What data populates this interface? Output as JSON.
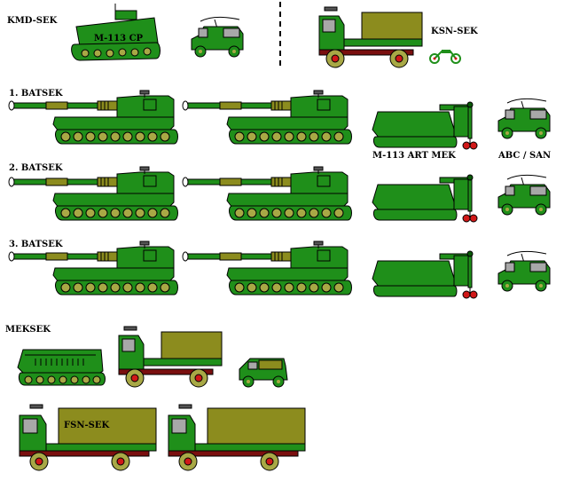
{
  "colors": {
    "green": "#1f8f1a",
    "green_dark": "#0a5a08",
    "olive": "#8c8c1e",
    "khaki": "#a8a845",
    "grey": "#a8a8a8",
    "maroon": "#7a0f0f",
    "red": "#d01818",
    "black": "#000000"
  },
  "labels": {
    "kmd_sek": "KMD-SEK",
    "m113_cp": "M-113 CP",
    "ksn_sek": "KSN-SEK",
    "batsek_1": "1. BATSEK",
    "batsek_2": "2. BATSEK",
    "batsek_3": "3. BATSEK",
    "m113_art_mek": "M-113 ART MEK",
    "abc_san": "ABC / SAN",
    "meksek": "MEKSEK",
    "fsn_sek": "FSN-SEK"
  },
  "icons": {
    "apc": "m113-apc-icon",
    "jeep": "jeep-icon",
    "truck": "cargo-truck-icon",
    "motorcycle": "motorcycle-icon",
    "howitzer": "self-propelled-howitzer-icon",
    "recovery": "recovery-vehicle-icon",
    "jeep_radio": "jeep-with-antenna-icon",
    "tank_truck": "tank-truck-icon",
    "mek_apc": "maintenance-apc-icon"
  }
}
